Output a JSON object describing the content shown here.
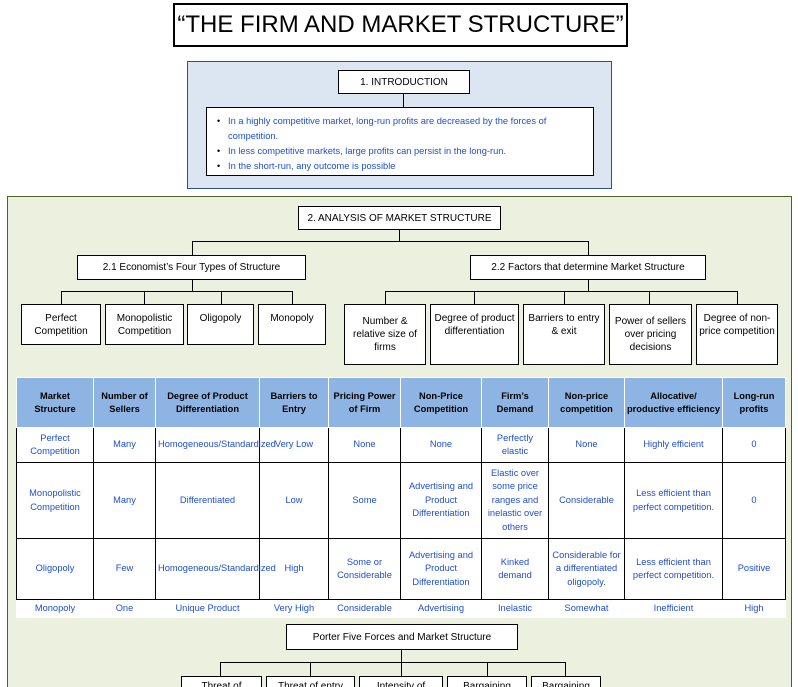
{
  "title": "“THE FIRM AND MARKET STRUCTURE”",
  "introduction": {
    "heading": "1. INTRODUCTION",
    "bullets": [
      "In a highly competitive market, long-run profits are decreased by the forces of competition.",
      "In less competitive markets, large profits can persist in the long-run.",
      "In the short-run, any outcome is possible"
    ]
  },
  "analysis": {
    "heading": "2. ANALYSIS OF MARKET STRUCTURE",
    "types_heading": "2.1 Economist’s Four Types of Structure",
    "types": [
      "Perfect Competition",
      "Monopolistic Competition",
      "Oligopoly",
      "Monopoly"
    ],
    "factors_heading": "2.2 Factors that determine Market Structure",
    "factors": [
      "Number & relative size of firms",
      "Degree of product differentiation",
      "Barriers to entry & exit",
      "Power of sellers over pricing decisions",
      "Degree of non-price competition"
    ]
  },
  "table": {
    "headers": [
      "Market Structure",
      "Number of Sellers",
      "Degree of Product Differentiation",
      "Barriers to Entry",
      "Pricing Power of Firm",
      "Non-Price Competition",
      "Firm’s Demand",
      "Non-price competition",
      "Allocative/ productive efficiency",
      "Long-run profits"
    ],
    "rows": [
      [
        "Perfect Competition",
        "Many",
        "Homogeneous/Standardized",
        "Very Low",
        "None",
        "None",
        "Perfectly elastic",
        "None",
        "Highly efficient",
        "0"
      ],
      [
        "Monopolistic Competition",
        "Many",
        "Differentiated",
        "Low",
        "Some",
        "Advertising and Product Differentiation",
        "Elastic over some price ranges and inelastic over others",
        "Considerable",
        "Less efficient than perfect competition.",
        "0"
      ],
      [
        "Oligopoly",
        "Few",
        "Homogeneous/Standardized",
        "High",
        "Some or Considerable",
        "Advertising and Product Differentiation",
        "Kinked demand",
        "Considerable for a differentiated oligopoly.",
        "Less efficient than perfect competition.",
        "Positive"
      ],
      [
        "Monopoly",
        "One",
        "Unique Product",
        "Very High",
        "Considerable",
        "Advertising",
        "Inelastic",
        "Somewhat",
        "Inefficient",
        "High"
      ]
    ]
  },
  "porter": {
    "heading": "Porter Five Forces and Market Structure",
    "forces": [
      "Threat of",
      "Threat of entry",
      "Intensity of",
      "Bargaining",
      "Bargaining"
    ]
  }
}
